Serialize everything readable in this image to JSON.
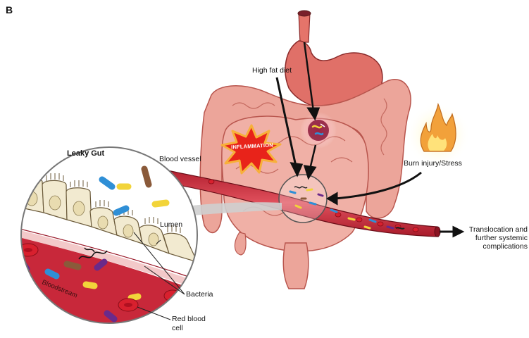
{
  "panel_label": "B",
  "labels": {
    "leaky_gut": "Leaky Gut",
    "blood_vessel": "Blood vessel",
    "high_fat_diet": "High fat diet",
    "inflammation": "INFLAMMATION",
    "burn_injury": "Burn injury/Stress",
    "lumen": "Lumen",
    "translocation_1": "Translocation and",
    "translocation_2": "further systemic",
    "translocation_3": "complications",
    "bacteria": "Bacteria",
    "bloodstream": "Bloodstream",
    "rbc_1": "Red blood",
    "rbc_2": "cell"
  },
  "colors": {
    "vessel": "#c8283a",
    "vessel_light": "#e56a72",
    "intestine": "#eca59a",
    "intestine_dark": "#b8554d",
    "epithelium": "#f2ead0",
    "inflammation": "#e8231a",
    "flame": "#f2a13a",
    "arrow_gray": "#c7c7c7",
    "bacteria_blue": "#2f8fd6",
    "bacteria_yellow": "#f2d43a",
    "bacteria_purple": "#6a2a8a",
    "bacteria_brown": "#8a5a3a"
  }
}
